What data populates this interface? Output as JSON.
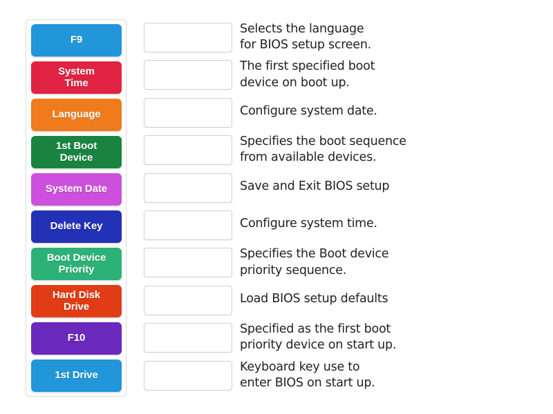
{
  "activity": {
    "type": "match-up",
    "tile_panel": {
      "name": "draggable-answer-tiles",
      "tiles": [
        {
          "label": "F9",
          "color": "#2196d9",
          "lines": 1
        },
        {
          "label": "System\nTime",
          "color": "#e02342",
          "lines": 2
        },
        {
          "label": "Language",
          "color": "#ef7b1d",
          "lines": 1
        },
        {
          "label": "1st Boot\nDevice",
          "color": "#18843f",
          "lines": 2
        },
        {
          "label": "System Date",
          "color": "#cc50dd",
          "lines": 1
        },
        {
          "label": "Delete Key",
          "color": "#2231b5",
          "lines": 1
        },
        {
          "label": "Boot Device\nPriority",
          "color": "#2cb176",
          "lines": 2
        },
        {
          "label": "Hard Disk\nDrive",
          "color": "#e03c15",
          "lines": 2
        },
        {
          "label": "F10",
          "color": "#6a28bd",
          "lines": 1
        },
        {
          "label": "1st Drive",
          "color": "#2196d9",
          "lines": 1
        }
      ]
    },
    "prompts": [
      {
        "answer": "",
        "text": "Selects the language\nfor BIOS setup screen.",
        "lines": 2
      },
      {
        "answer": "",
        "text": "The first specified boot\ndevice on boot up.",
        "lines": 2
      },
      {
        "answer": "",
        "text": "Configure system date.",
        "lines": 1
      },
      {
        "answer": "",
        "text": "Specifies the boot sequence\nfrom available devices.",
        "lines": 2
      },
      {
        "answer": "",
        "text": "Save and Exit BIOS setup",
        "lines": 1
      },
      {
        "answer": "",
        "text": "Configure system time.",
        "lines": 1
      },
      {
        "answer": "",
        "text": "Specifies the Boot device\npriority sequence.",
        "lines": 2
      },
      {
        "answer": "",
        "text": "Load BIOS setup defaults",
        "lines": 1
      },
      {
        "answer": "",
        "text": "Specified as the first boot\npriority device on start up.",
        "lines": 2
      },
      {
        "answer": "",
        "text": "Keyboard key use to\nenter BIOS on start up.",
        "lines": 2
      }
    ]
  },
  "colors": {
    "panel_border": "#dcdcdc",
    "dropzone_border": "#cfcfcf",
    "text": "#222222",
    "background": "#ffffff"
  }
}
